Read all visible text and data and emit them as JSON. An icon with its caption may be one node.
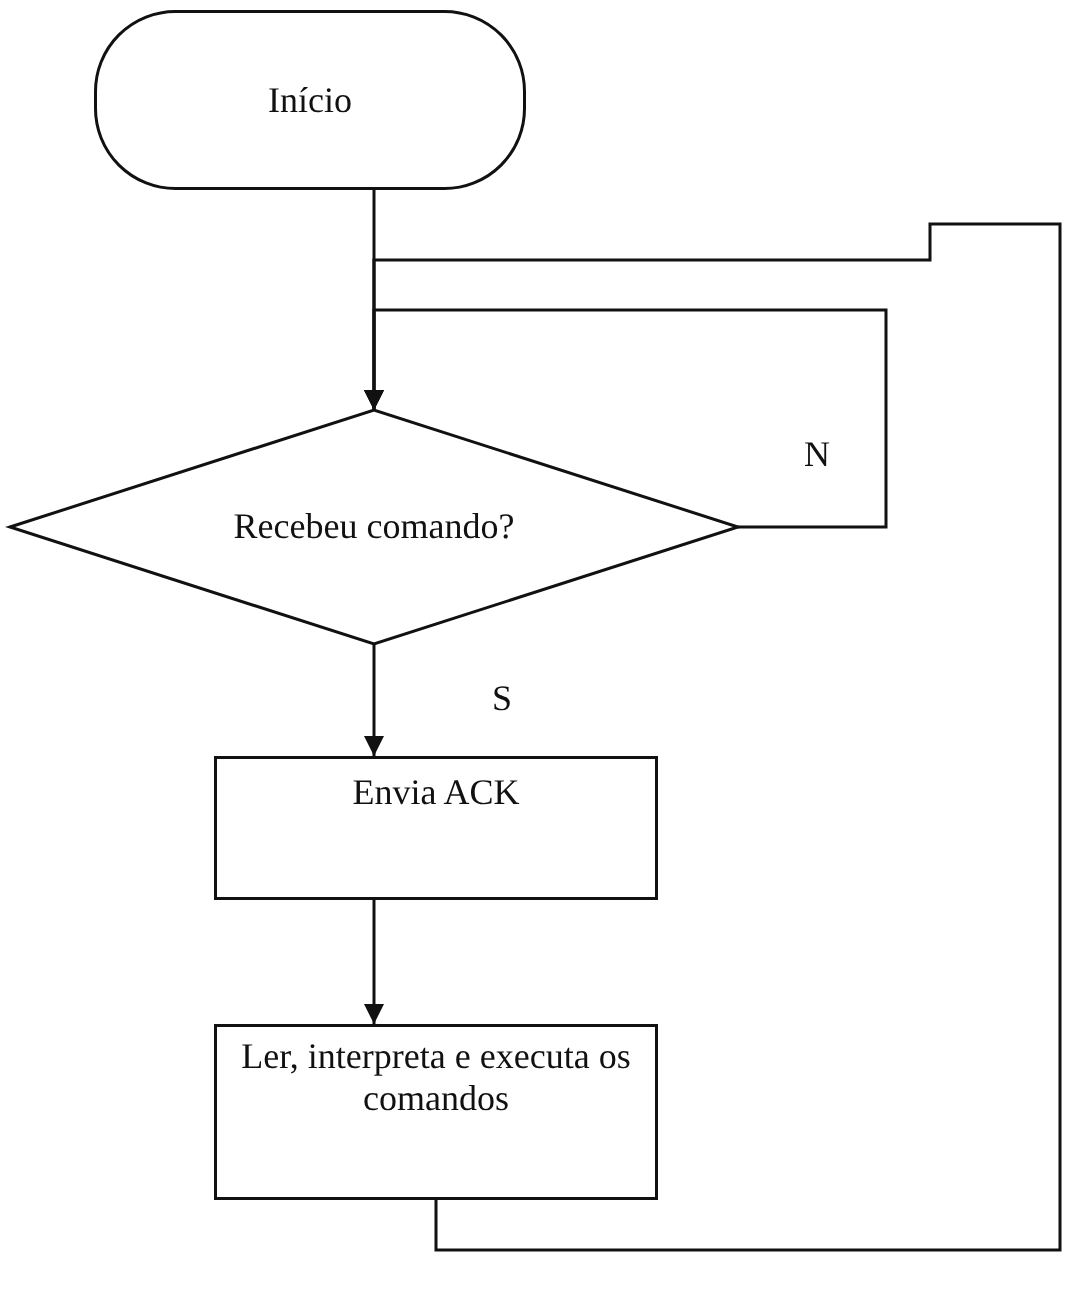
{
  "diagram": {
    "nodes": [
      {
        "text": [
          "Início"
        ]
      },
      {
        "text": [
          "Recebeu comando?"
        ]
      },
      {
        "text": [
          "Envia ACK"
        ]
      },
      {
        "text": [
          "Ler, interpreta e executa os comandos"
        ]
      }
    ],
    "edges": [
      {
        "from": 0,
        "to": 1,
        "arrow": "to"
      },
      {
        "from": 1,
        "to": 1,
        "arrow": "to",
        "label": "N"
      },
      {
        "from": 1,
        "to": 2,
        "arrow": "to",
        "label": "S"
      },
      {
        "from": 2,
        "to": 3,
        "arrow": "to"
      },
      {
        "from": 3,
        "to": 1,
        "arrow": "to"
      }
    ]
  }
}
